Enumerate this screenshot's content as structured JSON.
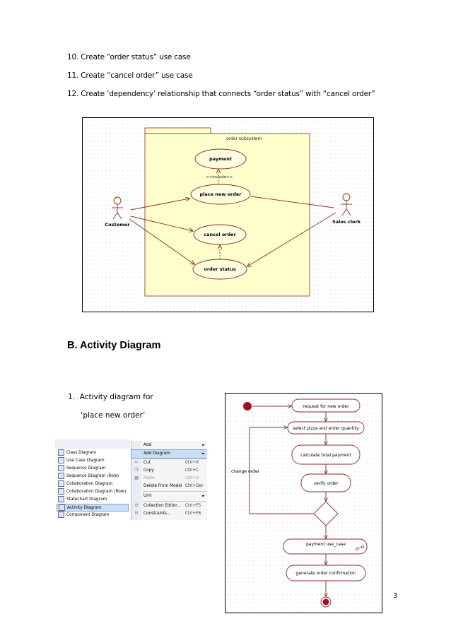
{
  "steps": [
    "10. Create “order status” use case",
    "11. Create “cancel order” use case",
    "12. Create ‘dependency’ relationship that connects “order status” with “cancel order”"
  ],
  "use_case_diagram": {
    "subsystem": "order subsystem",
    "actors": [
      "Customer",
      "Sales clerk"
    ],
    "use_cases": [
      "payment",
      "place new order",
      "cancel order",
      "order status"
    ],
    "include_label": "<<include>>"
  },
  "section_heading": "B. Activity Diagram",
  "activity_item": {
    "line1": "1.  Activity diagram for",
    "line2": "‘place new order’"
  },
  "activity_diagram": {
    "actions": [
      "request for new order",
      "select pizza and enter quantity",
      "calculate total payment",
      "verify order",
      "payment use_case",
      "generate order confirmation"
    ],
    "loop_label": "change order"
  },
  "context_menu": {
    "diagram_types": [
      "Class Diagram",
      "Use Case Diagram",
      "Sequence Diagram",
      "Sequence Diagram (Role)",
      "Collaboration Diagram",
      "Collaboration Diagram (Role)",
      "Statechart Diagram",
      "Activity Diagram",
      "Component Diagram"
    ],
    "selected_type": "Activity Diagram",
    "items": [
      {
        "label": "Add",
        "shortcut": "",
        "submenu": true
      },
      {
        "label": "Add Diagram",
        "shortcut": "",
        "submenu": true
      },
      {
        "label": "Cut",
        "shortcut": "Ctrl+X",
        "submenu": false
      },
      {
        "label": "Copy",
        "shortcut": "Ctrl+C",
        "submenu": false
      },
      {
        "label": "Paste",
        "shortcut": "Ctrl+V",
        "submenu": false
      },
      {
        "label": "Delete From Model",
        "shortcut": "Ctrl+Del",
        "submenu": false
      },
      {
        "label": "Uml",
        "shortcut": "",
        "submenu": true
      },
      {
        "label": "Collection Editor...",
        "shortcut": "Ctrl+F5",
        "submenu": false
      },
      {
        "label": "Constraints...",
        "shortcut": "Ctrl+F6",
        "submenu": false
      }
    ],
    "selected_item": "Add Diagram"
  },
  "page_number": "3",
  "colors": {
    "diagram_line": "#8b2a2a",
    "package_fill": "#ffffcc",
    "usecase_fill": "#ffffe0",
    "menu_highlight": "#c9ddf6",
    "initial_node": "#a01020"
  }
}
